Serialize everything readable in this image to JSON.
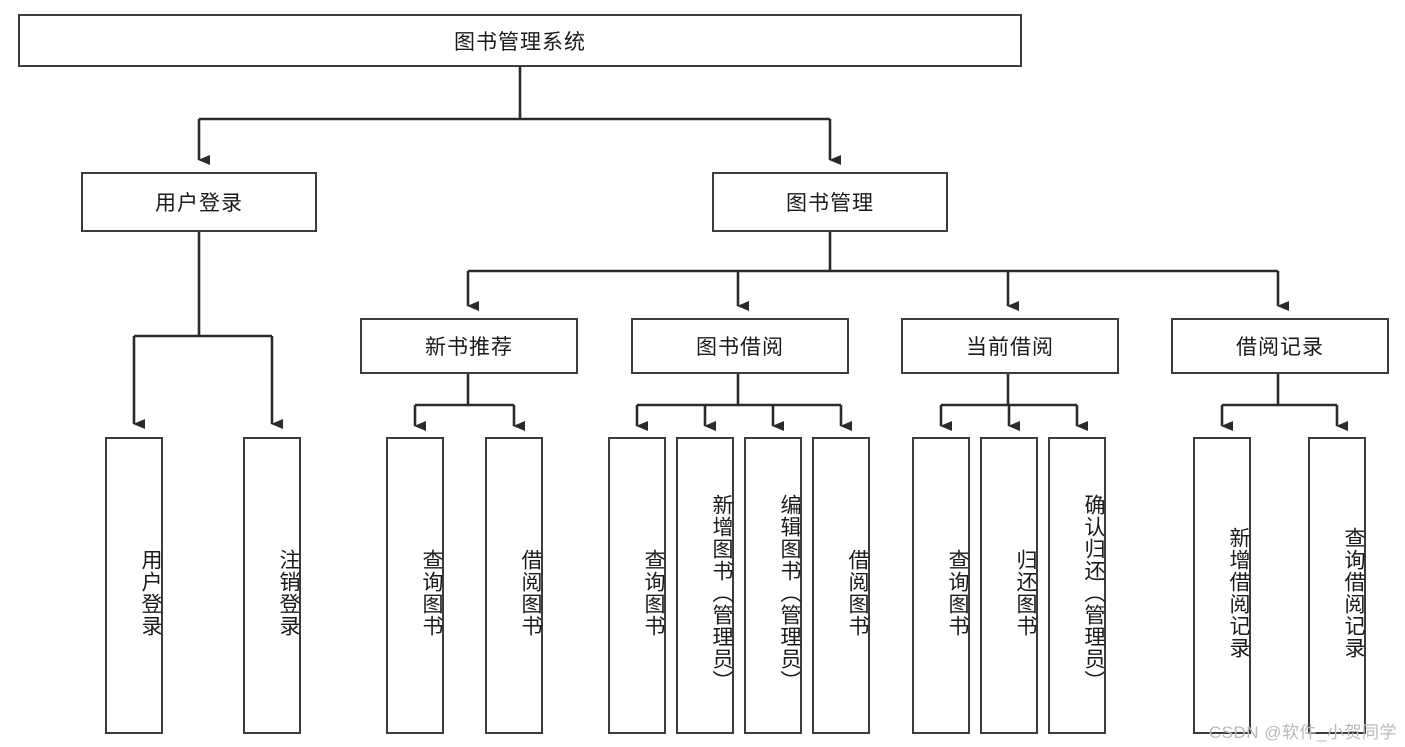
{
  "diagram": {
    "title": "图书管理系统",
    "type": "hierarchy-tree",
    "root": {
      "id": "root",
      "label": "图书管理系统"
    },
    "level1": [
      {
        "id": "user-login",
        "label": "用户登录"
      },
      {
        "id": "book-manage",
        "label": "图书管理"
      }
    ],
    "level2": [
      {
        "id": "new-book-rec",
        "label": "新书推荐",
        "parent": "book-manage"
      },
      {
        "id": "book-borrow",
        "label": "图书借阅",
        "parent": "book-manage"
      },
      {
        "id": "current-borrow",
        "label": "当前借阅",
        "parent": "book-manage"
      },
      {
        "id": "borrow-record",
        "label": "借阅记录",
        "parent": "book-manage"
      }
    ],
    "leaves": [
      {
        "id": "leaf-user-login",
        "label": "用户登录",
        "parent": "user-login"
      },
      {
        "id": "leaf-user-logout",
        "label": "注销登录",
        "parent": "user-login"
      },
      {
        "id": "leaf-query-book-1",
        "label": "查询图书",
        "parent": "new-book-rec"
      },
      {
        "id": "leaf-borrow-book-1",
        "label": "借阅图书",
        "parent": "new-book-rec"
      },
      {
        "id": "leaf-query-book-2",
        "label": "查询图书",
        "parent": "book-borrow"
      },
      {
        "id": "leaf-add-book",
        "label": "新增图书（管理员）",
        "parent": "book-borrow"
      },
      {
        "id": "leaf-edit-book",
        "label": "编辑图书（管理员）",
        "parent": "book-borrow"
      },
      {
        "id": "leaf-borrow-book-2",
        "label": "借阅图书",
        "parent": "book-borrow"
      },
      {
        "id": "leaf-query-book-3",
        "label": "查询图书",
        "parent": "current-borrow"
      },
      {
        "id": "leaf-return-book",
        "label": "归还图书",
        "parent": "current-borrow"
      },
      {
        "id": "leaf-confirm-return",
        "label": "确认归还（管理员）",
        "parent": "current-borrow"
      },
      {
        "id": "leaf-add-record",
        "label": "新增借阅记录",
        "parent": "borrow-record"
      },
      {
        "id": "leaf-query-record",
        "label": "查询借阅记录",
        "parent": "borrow-record"
      }
    ],
    "colors": {
      "box_border": "#3c3c3c",
      "box_fill": "#ffffff",
      "connector": "#2b2b2b",
      "text": "#1a1a1a",
      "watermark": "#b9b9b9"
    }
  },
  "watermark": {
    "text": "CSDN @软件_小贺同学"
  }
}
